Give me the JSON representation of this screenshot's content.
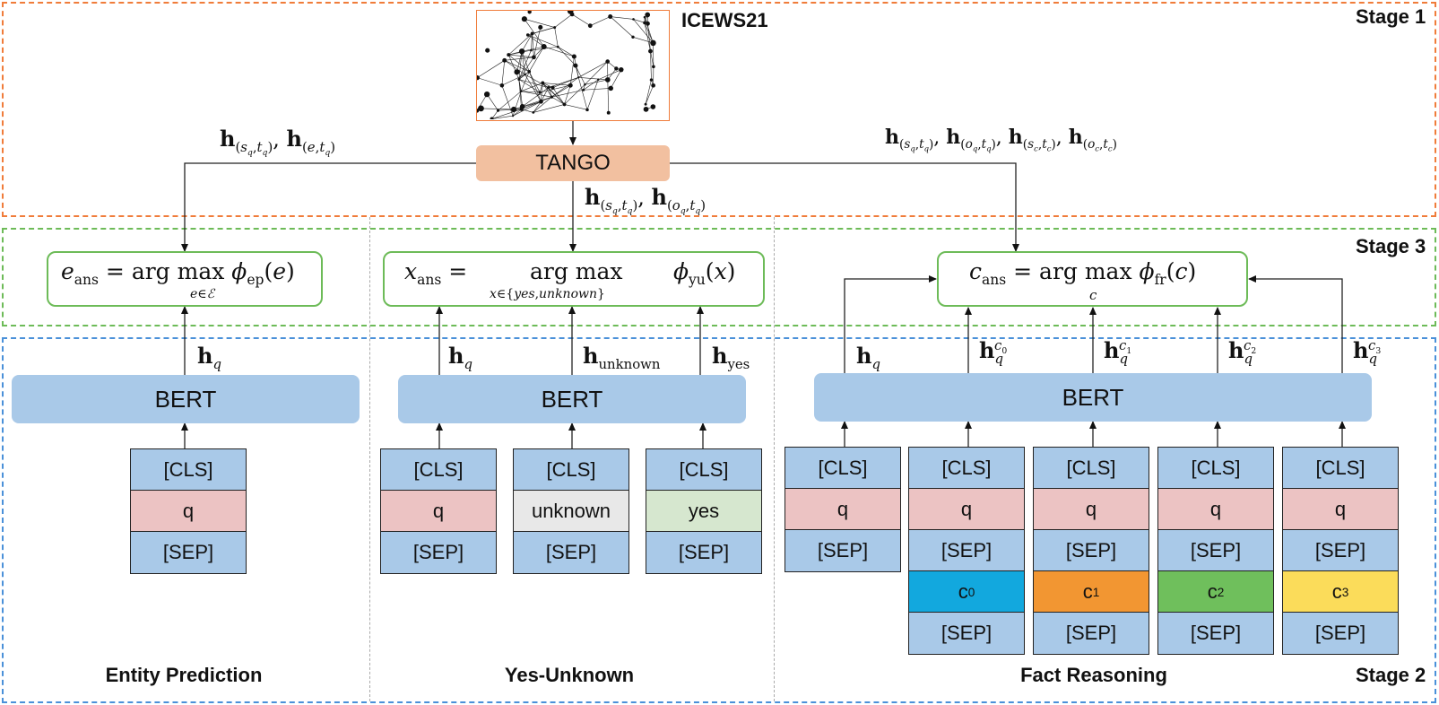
{
  "dataset_label": "ICEWS21",
  "tango_label": "TANGO",
  "stages": {
    "stage1": "Stage 1",
    "stage2": "Stage 2",
    "stage3": "Stage 3"
  },
  "sections": {
    "entity": "Entity Prediction",
    "yes_unknown": "Yes-Unknown",
    "fact": "Fact Reasoning"
  },
  "bert_label": "BERT",
  "tokens": {
    "cls": "[CLS]",
    "sep": "[SEP]",
    "q": "q",
    "unknown": "unknown",
    "yes": "yes",
    "c0": "c",
    "c1": "c",
    "c2": "c",
    "c3": "c",
    "c0_sub": "0",
    "c1_sub": "1",
    "c2_sub": "2",
    "c3_sub": "3"
  },
  "colors": {
    "stage1_border": "#f07c3a",
    "stage3_border": "#6dbb58",
    "stage2_border": "#4a90d9",
    "bert_fill": "#a9c9e8",
    "tango_fill": "#f2c0a0",
    "c0": "#12a8de",
    "c1": "#f29632",
    "c2": "#6fbf5c",
    "c3": "#fbdc5a"
  }
}
